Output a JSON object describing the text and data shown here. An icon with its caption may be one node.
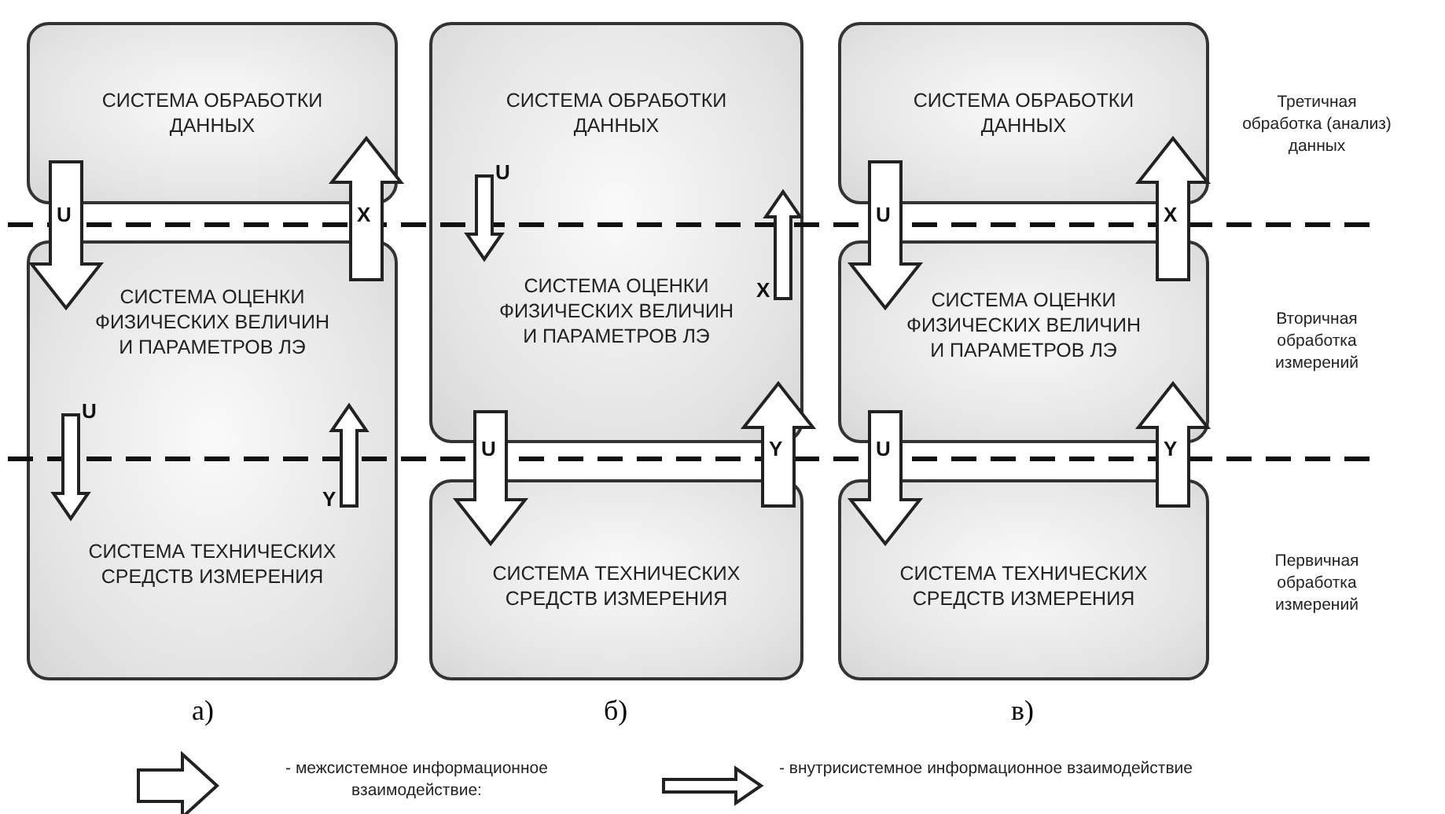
{
  "diagram": {
    "nodes": [
      {
        "text": [
          "СИСТЕМА ОБРАБОТКИ ДАННЫХ"
        ]
      },
      {
        "text": [],
        "shape": "box"
      },
      {
        "text": [
          "СИСТЕМА ОБРАБОТКИ ДАННЫХ"
        ],
        "in": 1
      },
      {
        "text": [
          "СИСТЕМА ОБРАБОТКИ ДАННЫХ"
        ]
      },
      {
        "text": [],
        "shape": "box"
      },
      {
        "text": [
          "СИСТЕМА ОЦЕНКИ ФИЗИЧЕСКИХ ВЕЛИЧИН И ПАРАМЕТРОВ ЛЭ"
        ],
        "in": 4
      },
      {
        "text": [
          "СИСТЕМА ОЦЕНКИ ФИЗИЧЕСКИХ ВЕЛИЧИН И ПАРАМЕТРОВ ЛЭ"
        ],
        "in": 1
      },
      {
        "text": [
          "СИСТЕМА ОЦЕНКИ ФИЗИЧЕСКИХ ВЕЛИЧИН И ПАРАМЕТРОВ ЛЭ"
        ]
      },
      {
        "text": [
          "СИСТЕМА ТЕХНИЧЕСКИХ СРЕДСТВ ИЗМЕРЕНИЯ"
        ],
        "in": 4
      },
      {
        "text": [
          "СИСТЕМА ТЕХНИЧЕСКИХ СРЕДСТВ ИЗМЕРЕНИЯ"
        ]
      },
      {
        "text": [
          "СИСТЕМА ТЕХНИЧЕСКИХ СРЕДСТВ ИЗМЕРЕНИЯ"
        ]
      }
    ],
    "edges": [
      {
        "from": 0,
        "to": 5,
        "arrow": "to",
        "label": "U",
        "style": "thick"
      },
      {
        "from": 5,
        "to": 0,
        "arrow": "to",
        "label": "X",
        "style": "thick"
      },
      {
        "from": 5,
        "to": 8,
        "arrow": "to",
        "label": "U"
      },
      {
        "from": 8,
        "to": 5,
        "arrow": "to",
        "label": "Y"
      },
      {
        "from": 2,
        "to": 6,
        "arrow": "to",
        "label": "U"
      },
      {
        "from": 6,
        "to": 2,
        "arrow": "to",
        "label": "X"
      },
      {
        "from": 6,
        "to": 9,
        "arrow": "to",
        "label": "U",
        "style": "thick"
      },
      {
        "from": 9,
        "to": 6,
        "arrow": "to",
        "label": "Y",
        "style": "thick"
      },
      {
        "from": 3,
        "to": 7,
        "arrow": "to",
        "label": "U",
        "style": "thick"
      },
      {
        "from": 7,
        "to": 3,
        "arrow": "to",
        "label": "X",
        "style": "thick"
      },
      {
        "from": 7,
        "to": 10,
        "arrow": "to",
        "label": "U",
        "style": "thick"
      },
      {
        "from": 10,
        "to": 7,
        "arrow": "to",
        "label": "Y",
        "style": "thick"
      }
    ],
    "labels": [
      "Третичная обработка (анализ) данных",
      "Вторичная обработка измерений",
      "Первичная обработка измерений",
      "а)",
      "б)",
      "в)"
    ],
    "legend": [
      {
        "text": "- межсистемное информационное взаимодействие:"
      },
      {
        "text": "- внутрисистемное информационное взаимодействие"
      }
    ]
  }
}
